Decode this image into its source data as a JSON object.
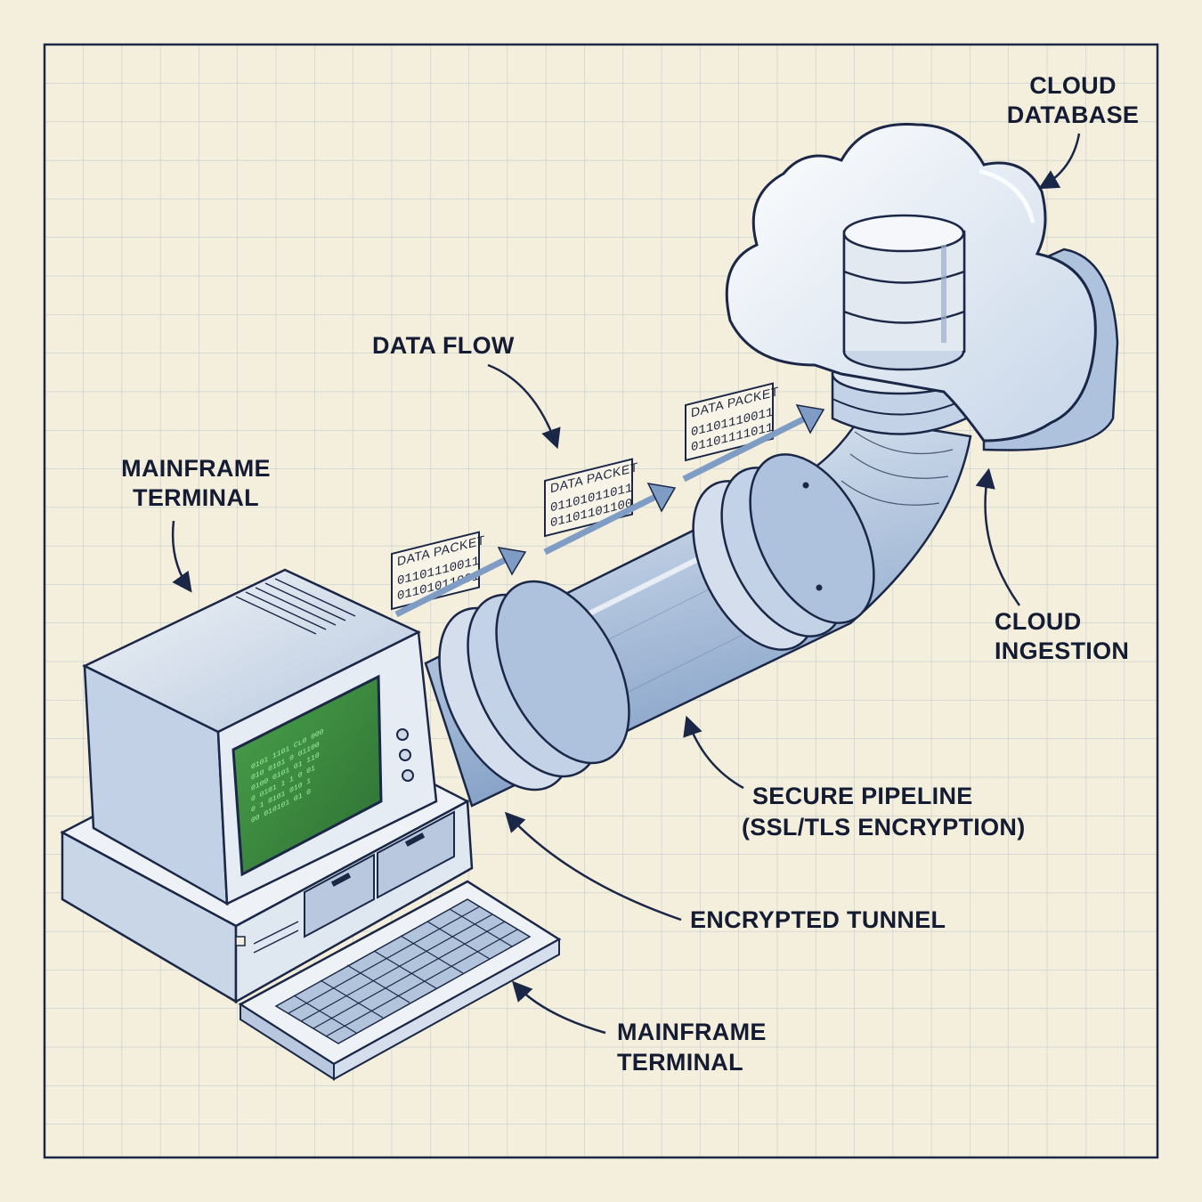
{
  "labels": {
    "cloud_database": [
      "CLOUD",
      "DATABASE"
    ],
    "data_flow": "DATA FLOW",
    "mainframe_terminal_top": [
      "MAINFRAME",
      "TERMINAL"
    ],
    "cloud_ingestion": [
      "CLOUD",
      "INGESTION"
    ],
    "secure_pipeline": [
      "SECURE PIPELINE",
      "(SSL/TLS ENCRYPTION)"
    ],
    "encrypted_tunnel": "ENCRYPTED TUNNEL",
    "mainframe_terminal_bottom": [
      "MAINFRAME",
      "TERMINAL"
    ]
  },
  "packets": [
    {
      "title": "DATA PACKET",
      "bits": [
        "01101110011",
        "01101011001"
      ]
    },
    {
      "title": "DATA PACKET",
      "bits": [
        "01101011011",
        "01101101100"
      ]
    },
    {
      "title": "DATA PACKET",
      "bits": [
        "01101110011",
        "01101111011"
      ]
    }
  ],
  "screen_lines": [
    "0101 1101 CL0 000",
    "010 0101 0 01100",
    "0100 0101 01 110",
    "0 0101 1 1 0 01",
    "0 1 0101 010 1",
    "00 010101 01 0"
  ],
  "colors": {
    "paper": "#f4eedc",
    "grid": "#b9c6cf",
    "ink": "#1b2747",
    "metal_blue": "#9db3d3",
    "screen_green": "#3f8f3f"
  }
}
